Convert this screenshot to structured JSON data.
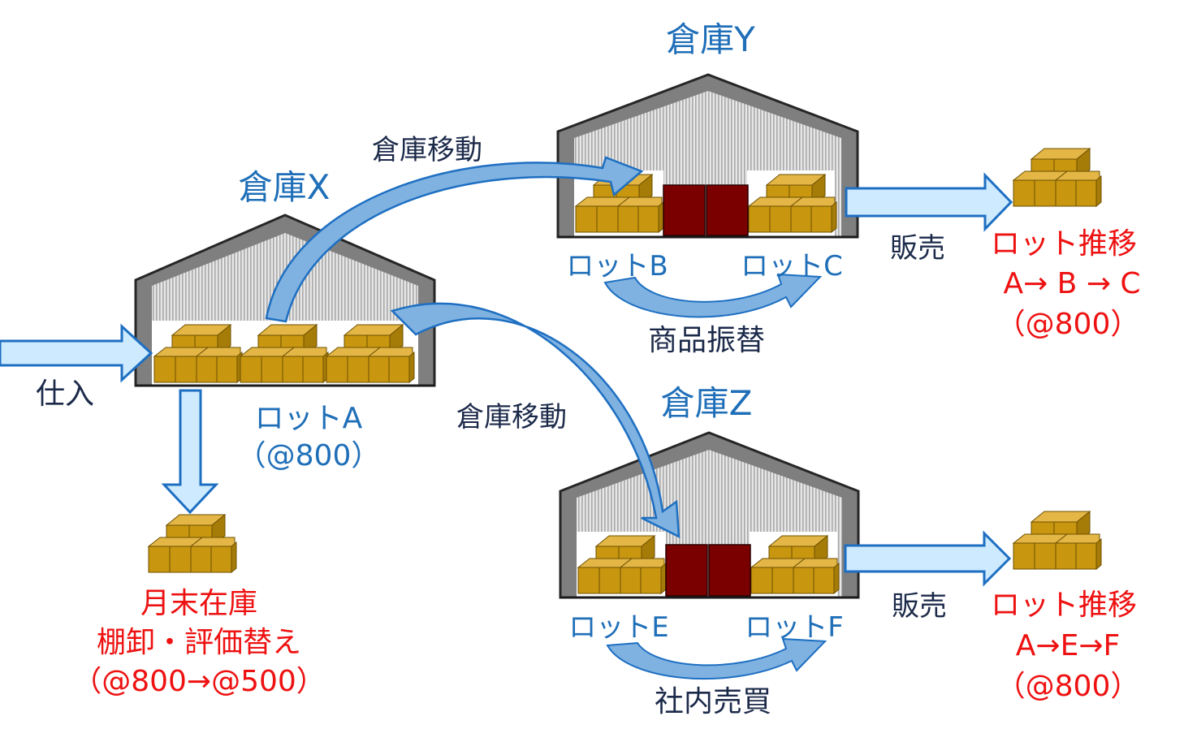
{
  "warehouses": {
    "x": {
      "title": "倉庫X",
      "lot": "ロットA",
      "price": "（@800）"
    },
    "y": {
      "title": "倉庫Y",
      "lot_left": "ロットB",
      "lot_right": "ロットC",
      "transfer": "商品振替"
    },
    "z": {
      "title": "倉庫Z",
      "lot_left": "ロットE",
      "lot_right": "ロットF",
      "transfer": "社内売買"
    }
  },
  "flows": {
    "purchase": "仕入",
    "move_y": "倉庫移動",
    "move_z": "倉庫移動",
    "sale_y": "販売",
    "sale_z": "販売"
  },
  "inventory": {
    "line1": "月末在庫",
    "line2": "棚卸・評価替え",
    "line3": "（@800→@500）"
  },
  "result_y": {
    "line1": "ロット推移",
    "line2": "A→ B → C",
    "line3": "（@800）"
  },
  "result_z": {
    "line1": "ロット推移",
    "line2": "A→E→F",
    "line3": "（@800）"
  },
  "colors": {
    "title_blue": "#1f6fb8",
    "text_navy": "#1c2a4a",
    "accent_red": "#ee1111",
    "arrow_fill": "#cdeaff",
    "arrow_stroke": "#1e6fc2",
    "box_gold": "#c8960f",
    "door_red": "#7a0000",
    "roof_gray": "#7f7f7f"
  }
}
